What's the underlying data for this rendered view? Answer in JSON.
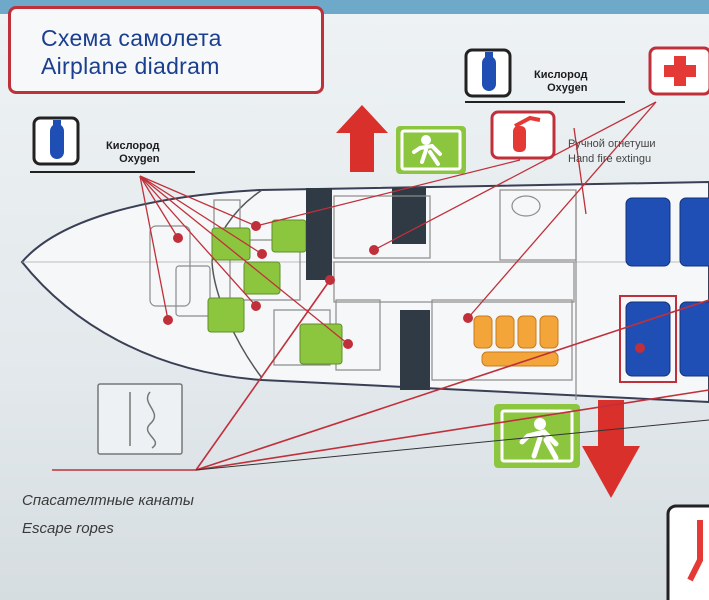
{
  "title": {
    "ru": "Схема самолета",
    "en": "Airplane diadram"
  },
  "oxygen_labels": [
    {
      "ru": "Кислород",
      "en": "Oxygen"
    },
    {
      "ru": "Кислород",
      "en": "Oxygen"
    }
  ],
  "extinguisher_label": {
    "ru": "Ручной огнетуши",
    "en": "Hand fire extingu"
  },
  "escape_ropes_label": {
    "ru": "Спасателтные канаты",
    "en": "Escape ropes"
  },
  "colors": {
    "accent_red": "#c0303b",
    "seat_green": "#8cc63f",
    "seat_blue": "#1f4fb5",
    "seat_orange": "#f4a53a",
    "title_blue": "#1b3f8f"
  },
  "icons": [
    "oxygen-bottle-icon",
    "first-aid-cross-icon",
    "fire-extinguisher-icon",
    "emergency-exit-icon",
    "exit-arrow-up-icon",
    "exit-arrow-down-icon"
  ]
}
